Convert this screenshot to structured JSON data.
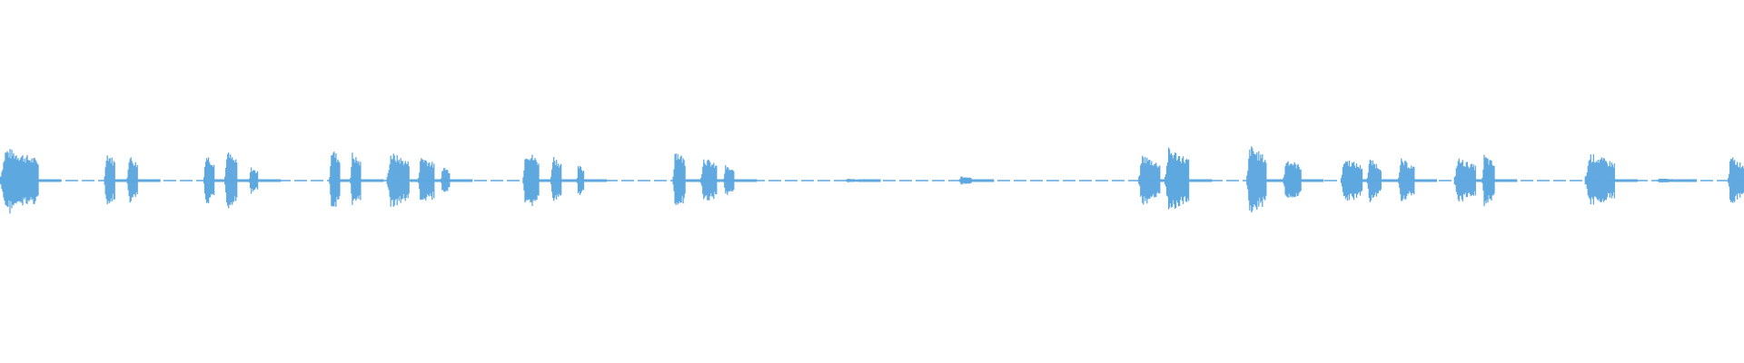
{
  "waveform": {
    "color": "#5fa8e0",
    "background": "#ffffff",
    "bursts": [
      {
        "start": 0.0,
        "end": 0.022,
        "amp": 0.6
      },
      {
        "start": 0.06,
        "end": 0.066,
        "amp": 0.55
      },
      {
        "start": 0.073,
        "end": 0.079,
        "amp": 0.48
      },
      {
        "start": 0.117,
        "end": 0.123,
        "amp": 0.52
      },
      {
        "start": 0.129,
        "end": 0.136,
        "amp": 0.55
      },
      {
        "start": 0.143,
        "end": 0.148,
        "amp": 0.25
      },
      {
        "start": 0.189,
        "end": 0.195,
        "amp": 0.62
      },
      {
        "start": 0.201,
        "end": 0.207,
        "amp": 0.52
      },
      {
        "start": 0.222,
        "end": 0.235,
        "amp": 0.52
      },
      {
        "start": 0.24,
        "end": 0.249,
        "amp": 0.48
      },
      {
        "start": 0.253,
        "end": 0.258,
        "amp": 0.28
      },
      {
        "start": 0.3,
        "end": 0.309,
        "amp": 0.58
      },
      {
        "start": 0.316,
        "end": 0.322,
        "amp": 0.48
      },
      {
        "start": 0.331,
        "end": 0.335,
        "amp": 0.3
      },
      {
        "start": 0.386,
        "end": 0.393,
        "amp": 0.6
      },
      {
        "start": 0.402,
        "end": 0.411,
        "amp": 0.44
      },
      {
        "start": 0.415,
        "end": 0.421,
        "amp": 0.28
      },
      {
        "start": 0.485,
        "end": 0.492,
        "amp": 0.04
      },
      {
        "start": 0.55,
        "end": 0.557,
        "amp": 0.08
      },
      {
        "start": 0.653,
        "end": 0.665,
        "amp": 0.48
      },
      {
        "start": 0.668,
        "end": 0.682,
        "amp": 0.6
      },
      {
        "start": 0.715,
        "end": 0.726,
        "amp": 0.65
      },
      {
        "start": 0.736,
        "end": 0.746,
        "amp": 0.42
      },
      {
        "start": 0.769,
        "end": 0.781,
        "amp": 0.42
      },
      {
        "start": 0.784,
        "end": 0.792,
        "amp": 0.4
      },
      {
        "start": 0.802,
        "end": 0.811,
        "amp": 0.4
      },
      {
        "start": 0.834,
        "end": 0.846,
        "amp": 0.42
      },
      {
        "start": 0.85,
        "end": 0.857,
        "amp": 0.48
      },
      {
        "start": 0.909,
        "end": 0.926,
        "amp": 0.5
      },
      {
        "start": 0.95,
        "end": 0.96,
        "amp": 0.04
      },
      {
        "start": 0.991,
        "end": 1.0,
        "amp": 0.45
      }
    ]
  }
}
